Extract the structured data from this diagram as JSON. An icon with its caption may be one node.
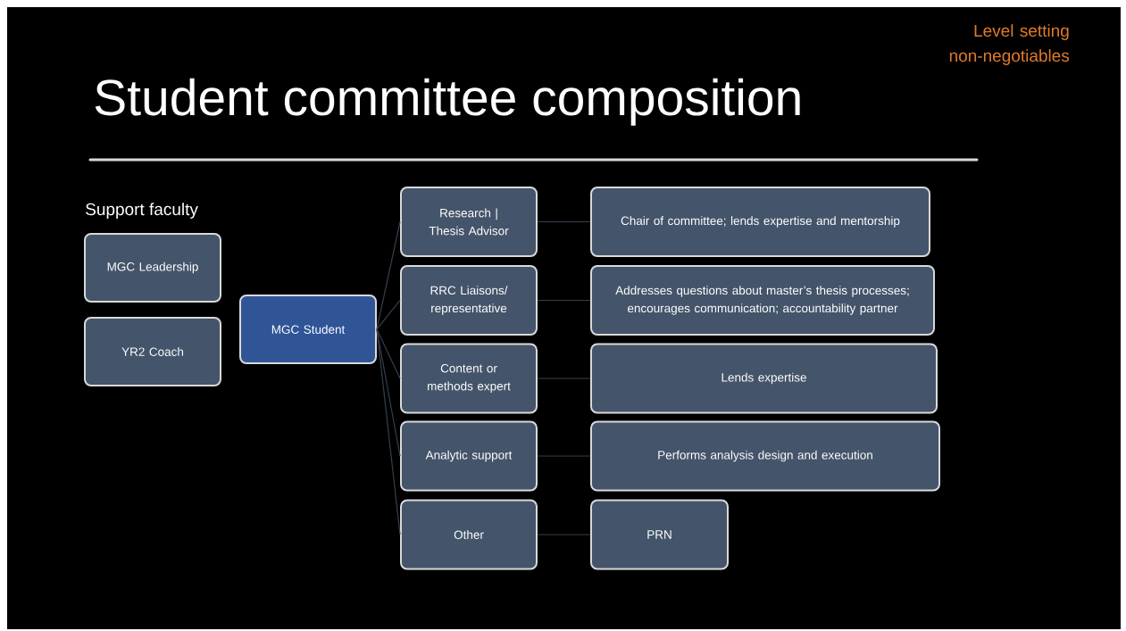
{
  "diagram": {
    "title": "Student committee composition",
    "nodes": [
      {
        "text": [
          "MGC Leadership"
        ]
      },
      {
        "text": [
          "YR2 Coach"
        ]
      },
      {
        "text": [
          "MGC Student"
        ]
      },
      {
        "text": [
          "Research | Thesis Advisor"
        ]
      },
      {
        "text": [
          "RRC Liaisons/ representative"
        ]
      },
      {
        "text": [
          "Content or methods expert"
        ]
      },
      {
        "text": [
          "Analytic support"
        ]
      },
      {
        "text": [
          "Other"
        ]
      },
      {
        "text": [
          "Chair of committee; lends expertise and mentorship"
        ]
      },
      {
        "text": [
          "Addresses questions about master’s thesis processes; encourages communication; accountability partner"
        ]
      },
      {
        "text": [
          "Lends expertise"
        ]
      },
      {
        "text": [
          "Performs analysis design and execution"
        ]
      },
      {
        "text": [
          "PRN"
        ]
      }
    ],
    "edges": [
      {
        "from": 2,
        "to": 3,
        "arrow": "none"
      },
      {
        "from": 2,
        "to": 4,
        "arrow": "none"
      },
      {
        "from": 2,
        "to": 5,
        "arrow": "none"
      },
      {
        "from": 2,
        "to": 6,
        "arrow": "none"
      },
      {
        "from": 2,
        "to": 7,
        "arrow": "none"
      },
      {
        "from": 3,
        "to": 8,
        "arrow": "none"
      },
      {
        "from": 4,
        "to": 9,
        "arrow": "none"
      },
      {
        "from": 5,
        "to": 10,
        "arrow": "none"
      },
      {
        "from": 6,
        "to": 11,
        "arrow": "none"
      },
      {
        "from": 7,
        "to": 12,
        "arrow": "none"
      }
    ],
    "labels": [
      "Level setting non-negotiables",
      "Support faculty"
    ]
  }
}
